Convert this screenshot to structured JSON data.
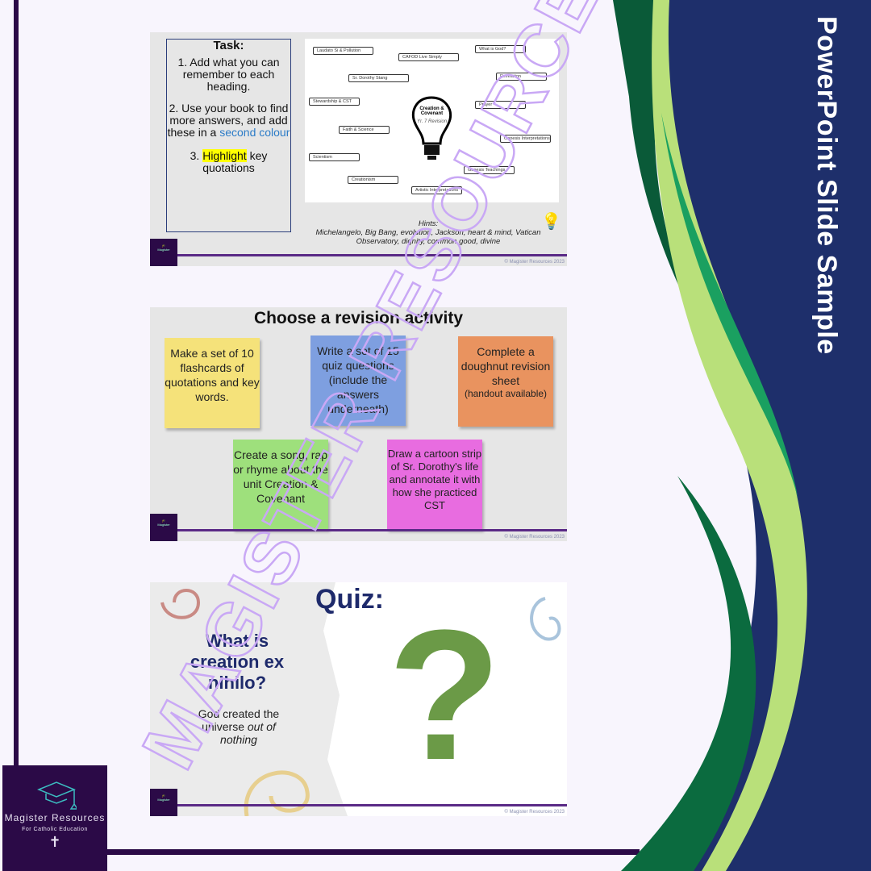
{
  "side_title": "PowerPoint Slide Sample",
  "brand": {
    "name": "Magister Resources",
    "tagline": "For Catholic Education",
    "watermark": "MAGISTER RESOURCES"
  },
  "copyright": "© Magister Resources 2023",
  "slide1": {
    "task_title": "Task:",
    "step1": "1.  Add what you can remember to each heading.",
    "step2_a": "2.  Use your book to find more answers, and add these in a ",
    "step2_b": "second colour",
    "step3_num": "3. ",
    "step3_hl": "Highlight",
    "step3_rest": " key quotations",
    "center_title": "Creation & Covenant",
    "center_sub": "Yr. 7 Revision",
    "nodes": [
      "Laudato Si & Pollution",
      "CAFOD Live Simply",
      "What is God?",
      "Sr. Dorothy Stang",
      "Revelation",
      "Stewardship & CST",
      "Prayer",
      "Faith & Science",
      "Genesis Interpretations",
      "Scientism",
      "Genesis Teachings",
      "Creationism",
      "Artistic Interpretations"
    ],
    "hints_label": "Hints:",
    "hints": "Michelangelo, Big Bang, evolution, Jackson, heart & mind, Vatican Observatory, dignity, common good, divine"
  },
  "slide2": {
    "title": "Choose a revision activity",
    "notes": [
      {
        "text": "Make a set of 10 flashcards of quotations and key words.",
        "color": "#f5e27a"
      },
      {
        "text": "Write a set of 15 quiz questions (include the answers underneath)",
        "color": "#7e9fe0"
      },
      {
        "text": "Complete a doughnut revision sheet",
        "sub": "(handout available)",
        "color": "#e9935f"
      },
      {
        "text": "Create a song, rap or rhyme about the unit Creation & Covenant",
        "color": "#9ee07c"
      },
      {
        "text": "Draw a cartoon strip of Sr. Dorothy's life and annotate it with how she practiced CST",
        "color": "#e86ce0"
      }
    ]
  },
  "slide3": {
    "title": "Quiz:",
    "question": "What is creation ex nihilo?",
    "answer_a": "God created the universe ",
    "answer_b": "out of nothing"
  },
  "colors": {
    "navy": "#1e2f6b",
    "purple": "#2b0a47",
    "green_dark": "#0e7a45",
    "green_light": "#b9e07a"
  }
}
